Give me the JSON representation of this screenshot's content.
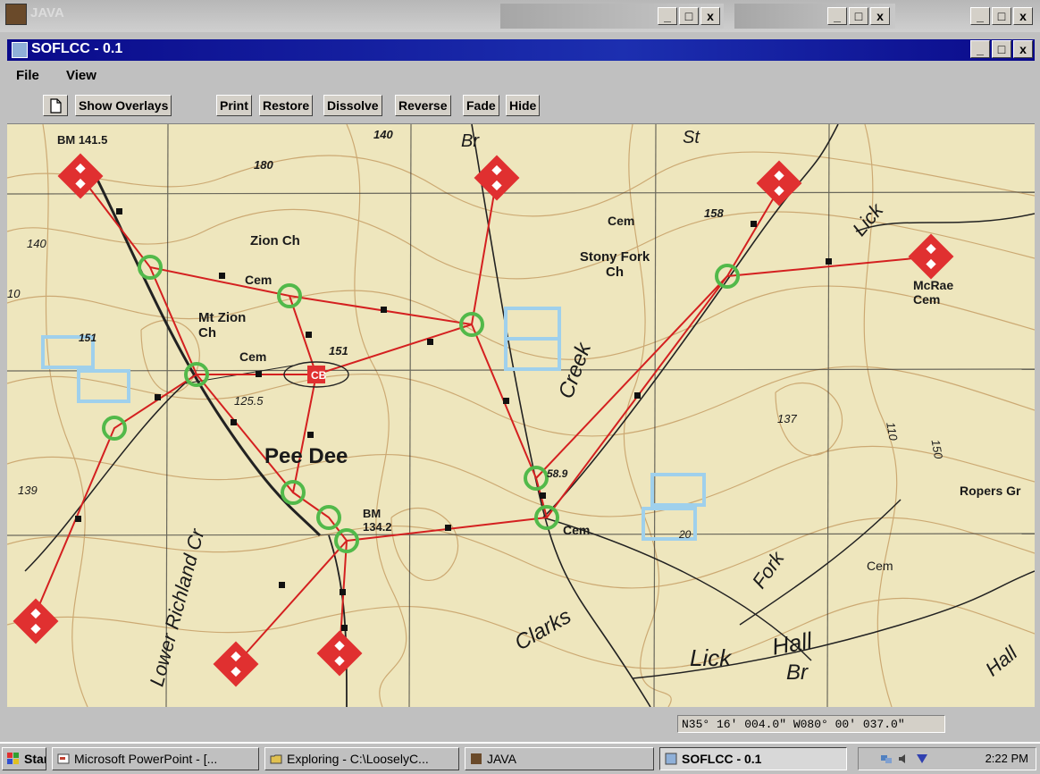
{
  "outer_window": {
    "title": "JAVA"
  },
  "app": {
    "title": "SOFLCC - 0.1",
    "menu": [
      "File",
      "View"
    ],
    "toolbar": {
      "show_overlays": "Show Overlays",
      "print": "Print",
      "restore": "Restore",
      "dissolve": "Dissolve",
      "reverse": "Reverse",
      "fade": "Fade",
      "hide": "Hide"
    },
    "window_buttons": {
      "minimize": "_",
      "maximize": "□",
      "close": "x"
    }
  },
  "map": {
    "labels": {
      "bm_top": "BM 141.5",
      "n180": "180",
      "n140_top": "140",
      "br_top": "Br",
      "zion_ch": "Zion Ch",
      "cem_zion": "Cem",
      "cem_top": "Cem",
      "stony_fork": "Stony Fork Ch",
      "n158": "158",
      "lick_top": "Lick",
      "mcrae_cem": "McRae Cem",
      "n140_left": "140",
      "n10": "10",
      "mt_zion": "Mt Zion Ch",
      "n151_left": "151",
      "cem_mid": "Cem",
      "n151": "151",
      "cb": "CB",
      "n125_5": "125.5",
      "creek": "Creek",
      "n137": "137",
      "pee_dee": "Pee Dee",
      "n139": "139",
      "lower_richland": "Lower Richland Cr",
      "bm_134": "BM 134.2",
      "n58_9": "58.9",
      "cem_right": "Cem",
      "ropers": "Ropers Gr",
      "n20": "20",
      "fork": "Fork",
      "cem_far": "Cem",
      "clarks": "Clarks",
      "lick_bottom": "Lick",
      "hall": "Hall",
      "br_bottom": "Br",
      "hall_right": "Hall",
      "n110": "110",
      "n150": "150",
      "st": "St"
    }
  },
  "status": {
    "coordinates": "N35° 16' 004.0\" W080° 00' 037.0\""
  },
  "taskbar": {
    "start": "Start",
    "tasks": [
      "Microsoft PowerPoint - [...",
      "Exploring - C:\\LooselyC...",
      "JAVA",
      "SOFLCC - 0.1"
    ],
    "clock": "2:22 PM"
  },
  "colors": {
    "route": "#d42020",
    "node_green": "#52b94a",
    "unit_red": "#e03030",
    "overlay_blue": "#9fd0ec",
    "map_bg": "#eee6bd",
    "title_blue": "#0a0a8a"
  }
}
